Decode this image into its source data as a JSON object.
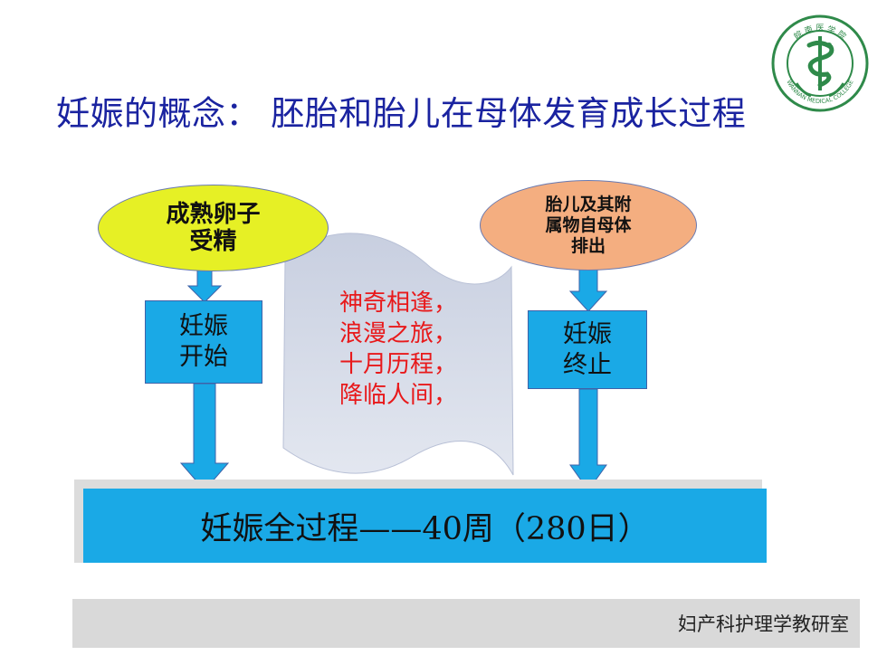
{
  "title": "妊娠的概念：  胚胎和胎儿在母体发育成长过程",
  "logo": {
    "icon": "caduceus-seal-icon",
    "text_top": "皖 南 医 学 院",
    "text_bottom": "WANNAN MEDICAL COLLEGE"
  },
  "ellipse_left": {
    "lines": [
      "成熟卵子",
      "受精"
    ]
  },
  "ellipse_right": {
    "lines": [
      "胎儿及其附",
      "属物自母体",
      "排出"
    ]
  },
  "box_start": {
    "lines": [
      "妊娠",
      "开始"
    ]
  },
  "box_end": {
    "lines": [
      "妊娠",
      "终止"
    ]
  },
  "scroll": {
    "lines": [
      "神奇相逢，",
      "浪漫之旅，",
      "十月历程，",
      "降临人间，"
    ]
  },
  "bar": {
    "label": "妊娠全过程——40周（280日）"
  },
  "footer": {
    "label": "妇产科护理学教研室"
  },
  "colors": {
    "title": "#1a23a0",
    "box": "#1aa9e6",
    "ellipse_left": "#e6f025",
    "ellipse_right": "#f4ae80",
    "scroll_text": "#e8191b",
    "footer_bg": "#d9d9d9"
  }
}
